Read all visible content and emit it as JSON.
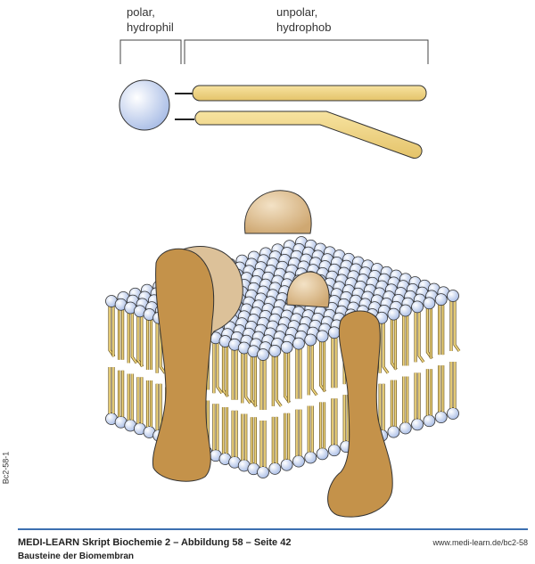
{
  "labels": {
    "polar": [
      "polar,",
      "hydrophil"
    ],
    "unpolar": [
      "unpolar,",
      "hydrophob"
    ]
  },
  "side_code": "Bc2-58-1",
  "footer": {
    "title": "MEDI-LEARN Skript Biochemie 2 – Abbildung 58 – Seite 42",
    "subtitle": "Bausteine der Biomembran",
    "url": "www.medi-learn.de/bc2-58"
  },
  "colors": {
    "head": "#c7d3ee",
    "tail": "#f0d67e",
    "protein": "#c4924a",
    "protein_light": "#dcc199",
    "rule": "#3c6fb0"
  }
}
